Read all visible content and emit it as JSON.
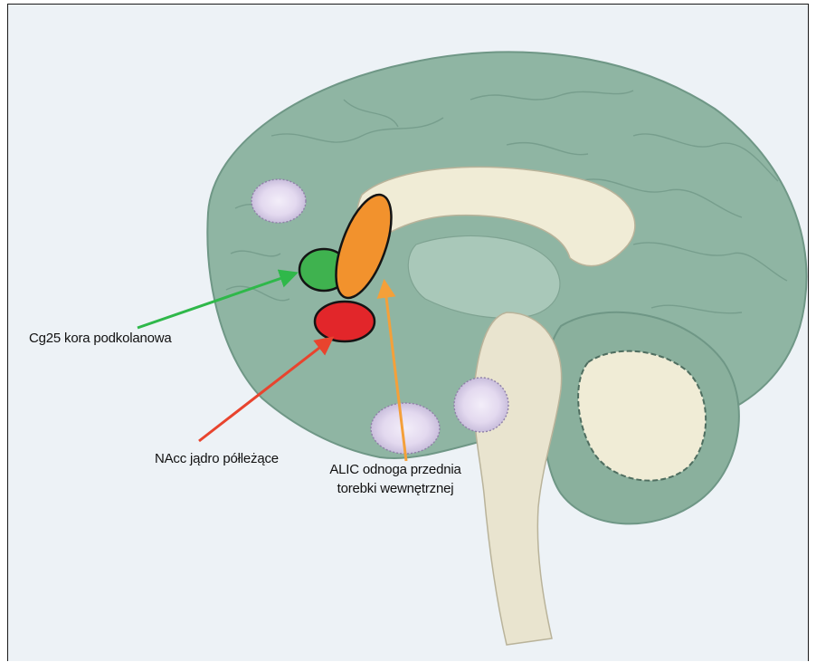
{
  "labels": {
    "cg25": "Cg25 kora podkolanowa",
    "nacc": "NAcc jądro półleżące",
    "alic_line1": "ALIC odnoga przednia",
    "alic_line2": "torebki wewnętrznej"
  },
  "colors": {
    "background": "#edf2f6",
    "brain": "#8fb5a3",
    "brain_outline": "#6f9786",
    "white_matter": "#f0ecd6",
    "target_green": "#3fb24f",
    "target_orange": "#f2922d",
    "target_red": "#e2262a",
    "arrow_green": "#2fb84a",
    "arrow_red": "#e8442e",
    "arrow_orange": "#f4a03a",
    "spot": "#e7dff0"
  }
}
